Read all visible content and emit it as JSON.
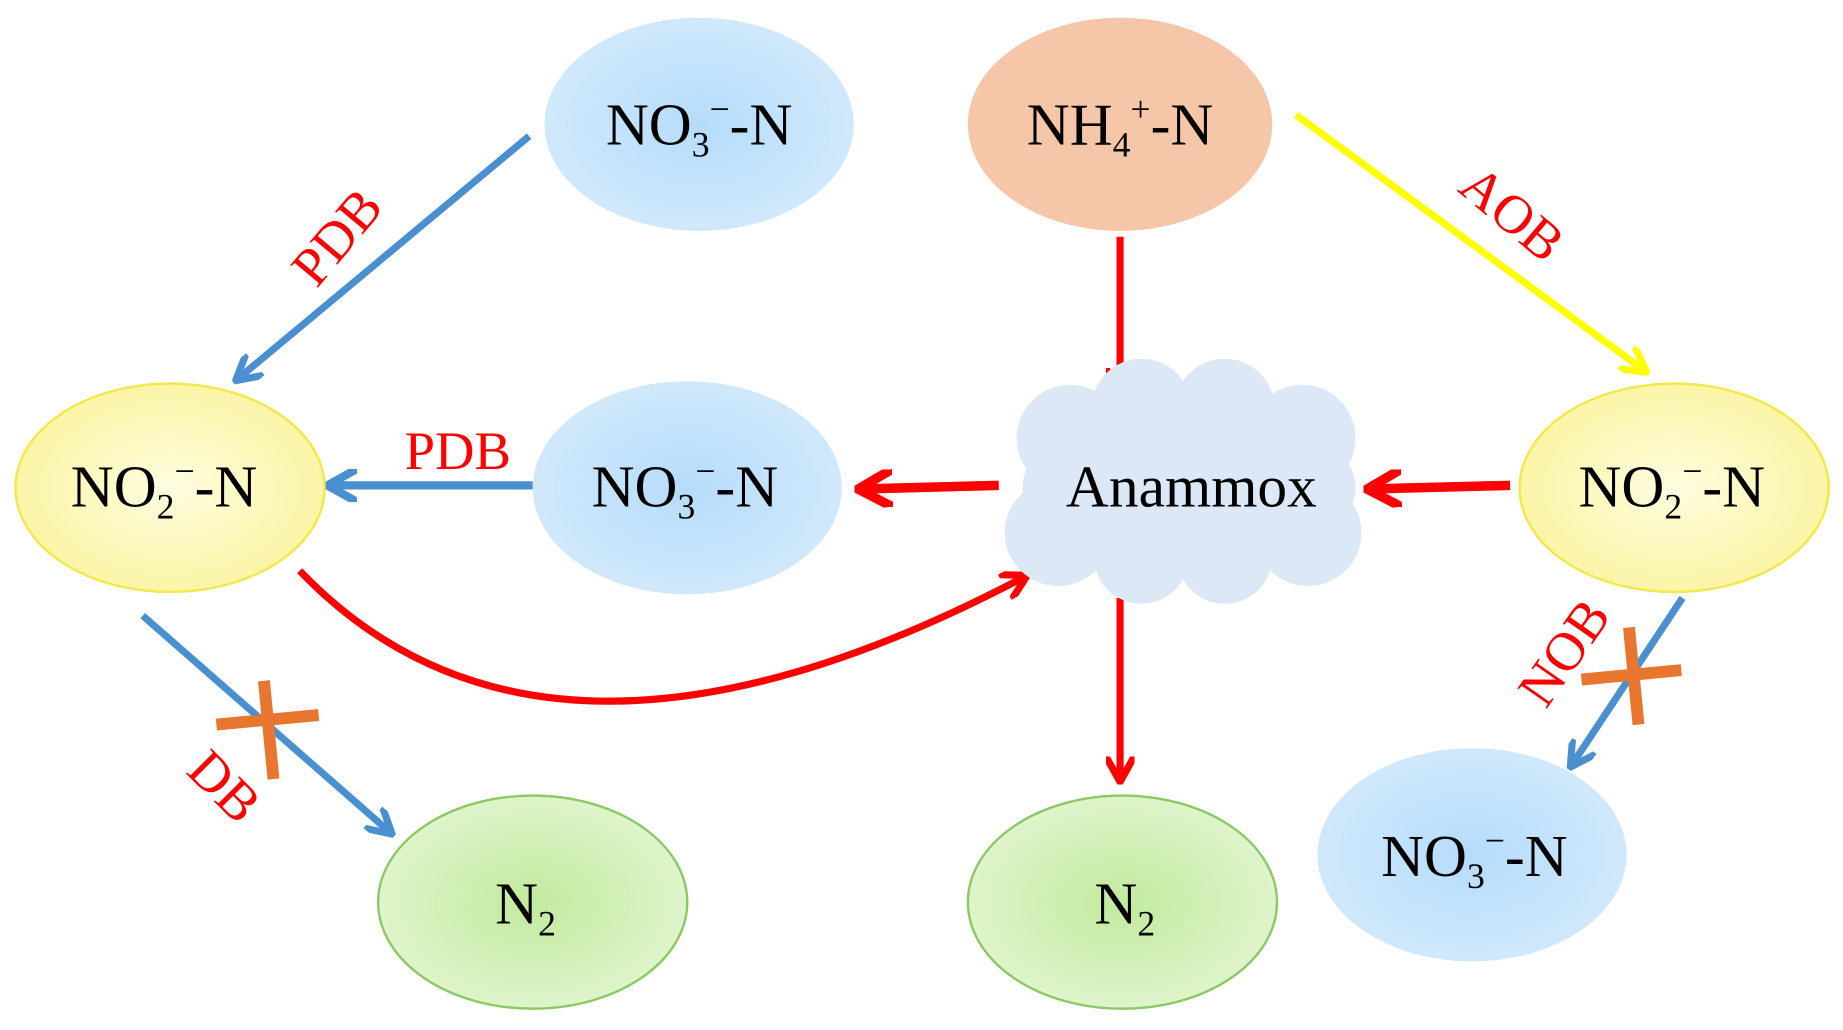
{
  "nodes": {
    "no3_top": {
      "base": "NO",
      "sub": "3",
      "sup": "−",
      "suffix": "-N"
    },
    "nh4": {
      "base": "NH",
      "sub": "4",
      "sup": "+",
      "suffix": "-N"
    },
    "no2_left": {
      "base": "NO",
      "sub": "2",
      "sup": "−",
      "suffix": "-N"
    },
    "no3_mid": {
      "base": "NO",
      "sub": "3",
      "sup": "−",
      "suffix": "-N"
    },
    "anammox": "Anammox",
    "no2_right": {
      "base": "NO",
      "sub": "2",
      "sup": "−",
      "suffix": "-N"
    },
    "n2_left": {
      "base": "N",
      "sub": "2"
    },
    "n2_mid": {
      "base": "N",
      "sub": "2"
    },
    "no3_bottom": {
      "base": "NO",
      "sub": "3",
      "sup": "−",
      "suffix": "-N"
    }
  },
  "labels": {
    "pdb_top": "PDB",
    "pdb_mid": "PDB",
    "aob": "AOB",
    "db": "DB",
    "nob": "NOB"
  },
  "colors": {
    "nitrate": "#bfe0fa",
    "ammonium": "#f6c6a8",
    "nitrite": "#fbf7a0",
    "n2": "#cdeeb0",
    "cloud": "#dce8f5",
    "red": "#ff0000",
    "blue": "#4a90d0",
    "yellow": "#ffff00",
    "cross": "#e8762e"
  }
}
